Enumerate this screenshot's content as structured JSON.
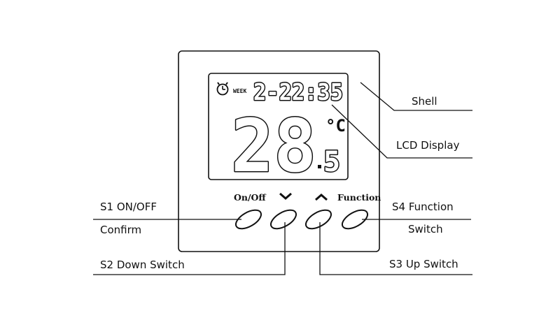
{
  "lcd": {
    "week_label": "WEEK",
    "clock": "2-22:35",
    "temp_main": "28",
    "temp_decimal": "5",
    "unit": "°C"
  },
  "buttons": {
    "onoff_label": "On/Off",
    "down_symbol": "⌄",
    "up_symbol": "^",
    "function_label": "Function"
  },
  "callouts": {
    "shell": "Shell",
    "lcd_display": "LCD Display",
    "s1_line1": "S1 ON/OFF",
    "s1_line2": "Confirm",
    "s2": "S2 Down Switch",
    "s3": "S3 Up Switch",
    "s4_line1": "S4 Function",
    "s4_line2": "Switch"
  }
}
